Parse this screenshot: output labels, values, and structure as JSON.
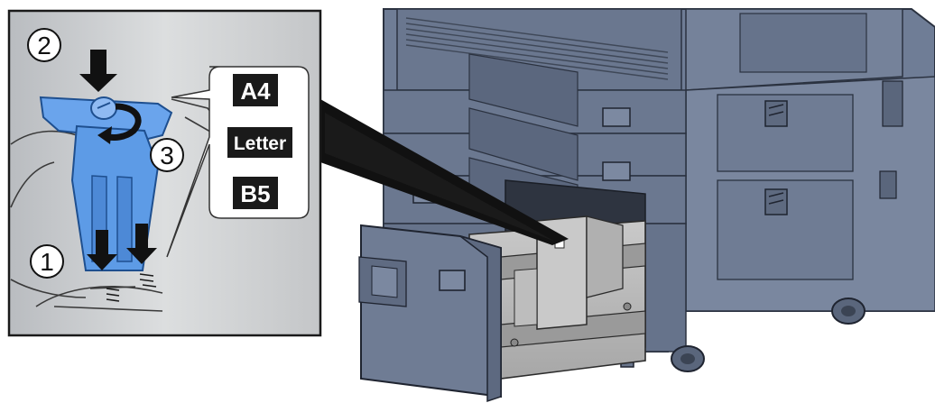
{
  "inset": {
    "steps": [
      "1",
      "2",
      "3"
    ],
    "size_labels": [
      "A4",
      "Letter",
      "B5"
    ]
  },
  "colors": {
    "machine_body": "#6f7d96",
    "machine_dark": "#4e5a70",
    "machine_light": "#8c98ad",
    "guide_blue": "#5d9be6",
    "guide_blue_dark": "#2f6fc0",
    "inset_background": "#c8cacc",
    "label_bg": "#1a1a1a",
    "label_text": "#ffffff",
    "arrow_color": "#111111",
    "tray_gray": "#b8b8b8"
  },
  "icons": [
    "down-arrow-icon",
    "rotate-arrow-icon"
  ]
}
